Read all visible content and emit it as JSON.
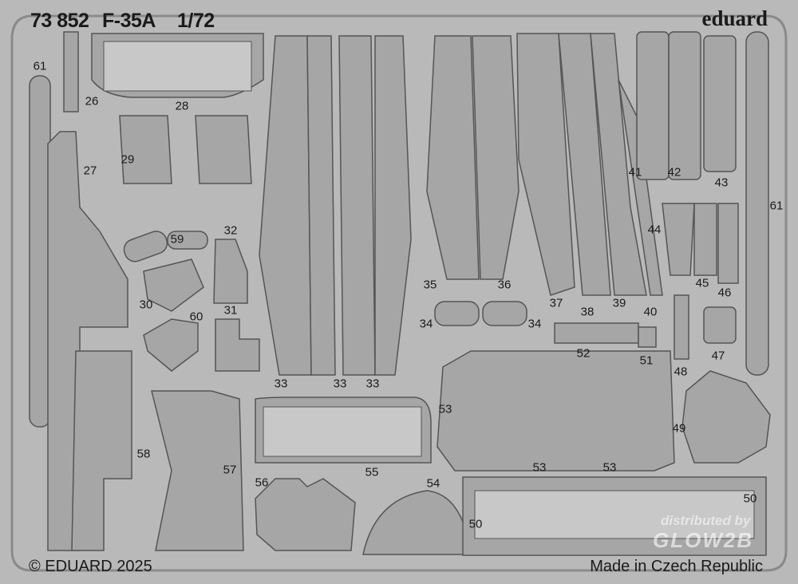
{
  "header": {
    "code": "73 852",
    "model": "F-35A",
    "scale": "1/72",
    "brand": "eduard"
  },
  "footer": {
    "copyright": "© EDUARD 2025",
    "origin": "Made in Czech Republic"
  },
  "watermark": {
    "line1": "distributed by",
    "line2": "GLOW2B"
  },
  "part_labels": [
    "61",
    "26",
    "28",
    "29",
    "27",
    "59",
    "32",
    "30",
    "31",
    "60",
    "33",
    "33",
    "33",
    "35",
    "36",
    "34",
    "34",
    "37",
    "38",
    "39",
    "40",
    "41",
    "42",
    "43",
    "44",
    "45",
    "46",
    "61",
    "52",
    "51",
    "48",
    "47",
    "53",
    "53",
    "53",
    "49",
    "58",
    "57",
    "55",
    "56",
    "54",
    "50",
    "50"
  ],
  "colors": {
    "background": "#b9b9b9",
    "part": "#a6a6a6",
    "outline": "#555555"
  }
}
